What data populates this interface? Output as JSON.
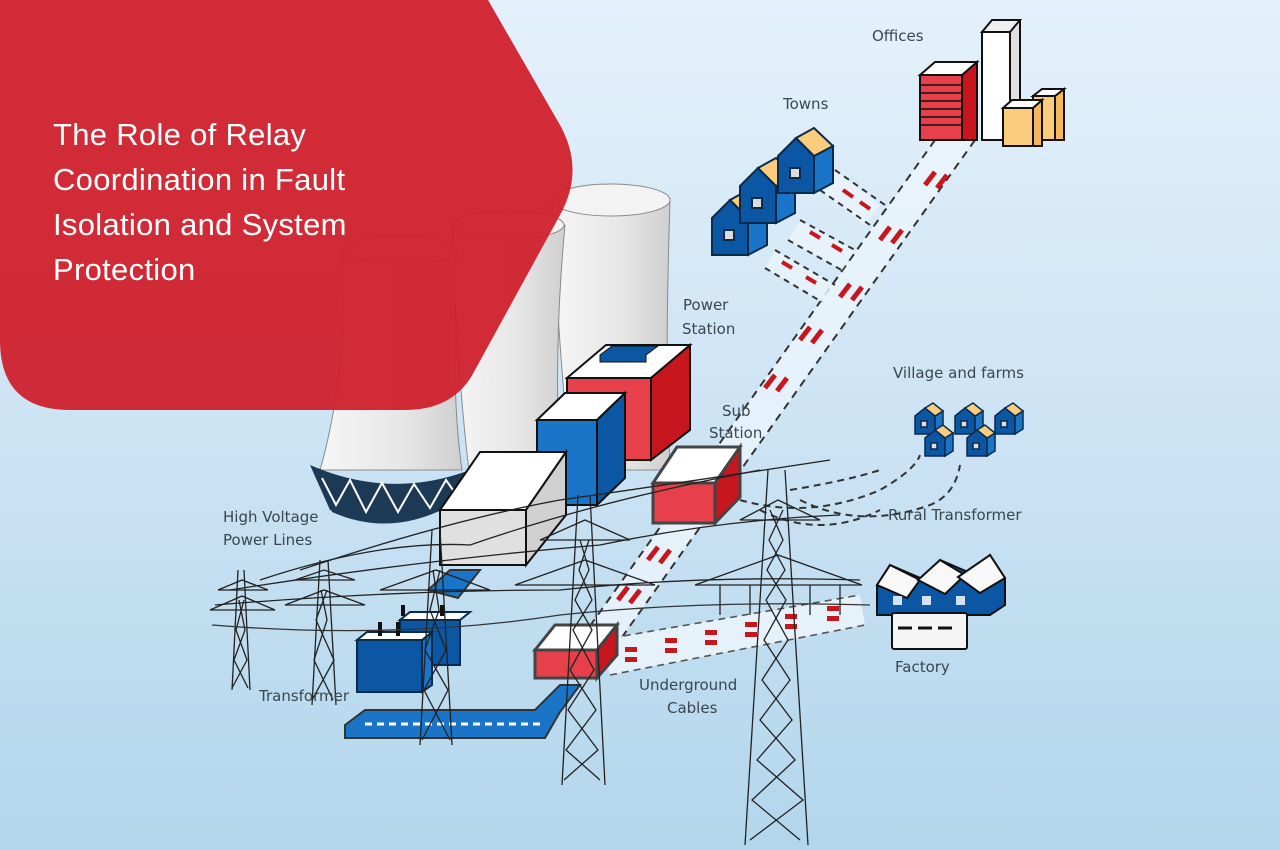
{
  "banner": {
    "title_lines": [
      "The Role of Relay",
      "Coordination in Fault",
      "Isolation and System",
      "Protection"
    ],
    "color": "#cf222f"
  },
  "diagram": {
    "labels": {
      "offices": "Offices",
      "towns": "Towns",
      "power_station_1": "Power",
      "power_station_2": "Station",
      "sub_station_1": "Sub",
      "sub_station_2": "Station",
      "village": "Village and farms",
      "rural_transformer": "Rural Transformer",
      "hv_lines_1": "High Voltage",
      "hv_lines_2": "Power Lines",
      "transformer": "Transformer",
      "underground_1": "Underground",
      "underground_2": "Cables",
      "factory": "Factory"
    },
    "colors": {
      "red": "#e8404a",
      "red_dark": "#c8161e",
      "blue": "#1a75c8",
      "blue_dark": "#0c57a3",
      "yellow": "#fbcb7e",
      "navy": "#1c3a56"
    }
  }
}
